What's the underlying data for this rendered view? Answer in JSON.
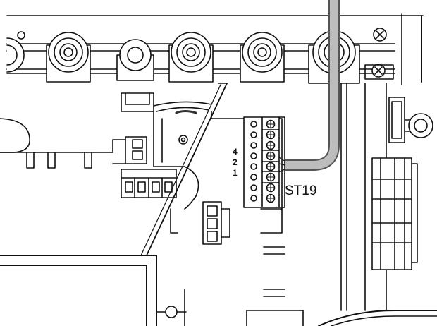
{
  "labels": {
    "terminal_block": "ST19",
    "pins": [
      "4",
      "2",
      "1"
    ]
  },
  "icons": {
    "screw": "screw-head-icon",
    "gland": "cable-gland-icon"
  },
  "colors": {
    "line": "#111111",
    "fill": "#ffffff",
    "cable": "#bdbdbd",
    "cable_edge": "#555555"
  }
}
